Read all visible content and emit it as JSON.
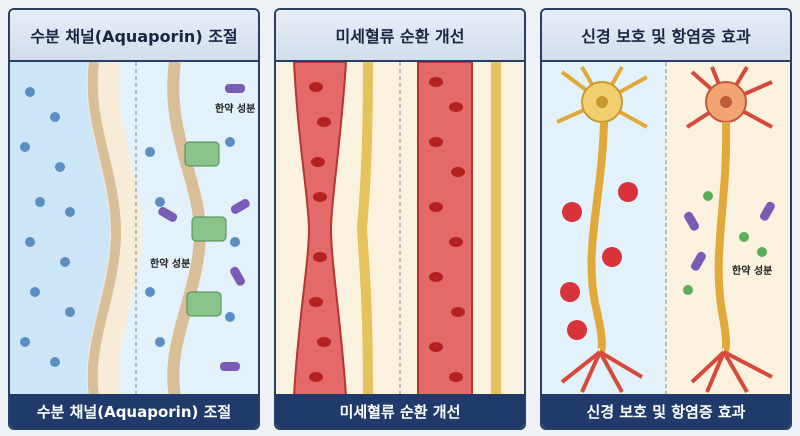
{
  "panels": [
    {
      "title": "수분 채널(Aquaporin) 조절",
      "footer": "수분 채널(Aquaporin) 조절",
      "labels": [
        "한약 성분",
        "한약 성분"
      ]
    },
    {
      "title": "미세혈류 순환 개선",
      "footer": "미세혈류 순환 개선"
    },
    {
      "title": "신경 보호 및 항염증 효과",
      "footer": "신경 보호 및 항염증 효과",
      "labels": [
        "한약 성분"
      ]
    }
  ],
  "colors": {
    "header_bg": "#d3ddeb",
    "footer_bg": "#1f3a6b",
    "border": "#2a3f66"
  },
  "icons": [
    "water-molecule-icon",
    "herbal-capsule-icon",
    "aquaporin-channel-icon",
    "red-blood-cell-icon",
    "neuron-icon",
    "inflammation-spike-icon"
  ]
}
